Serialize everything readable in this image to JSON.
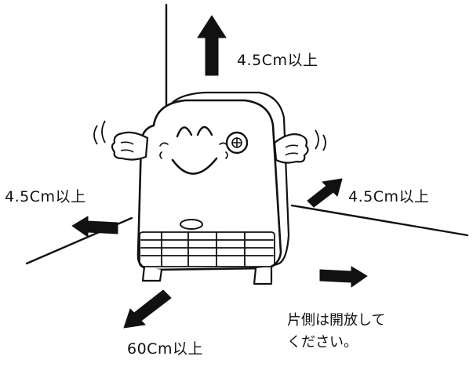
{
  "clearances": {
    "top": "4.5Cm以上",
    "left": "4.5Cm以上",
    "right": "4.5Cm以上",
    "front": "60Cm以上"
  },
  "note": {
    "line1": "片側は開放して",
    "line2": "ください。"
  },
  "colors": {
    "ink": "#111111",
    "background": "#ffffff"
  }
}
